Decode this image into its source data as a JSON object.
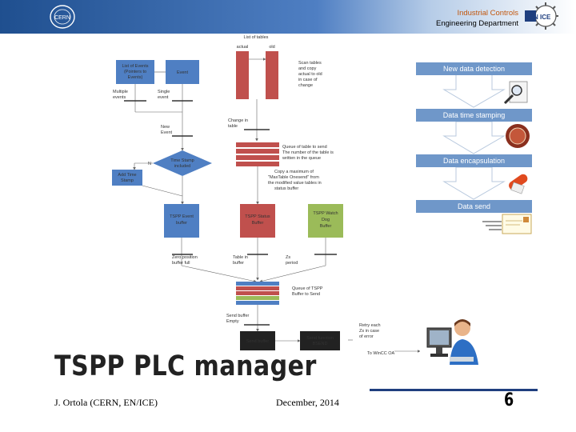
{
  "header": {
    "dept_line1": "Industrial Controls",
    "dept_line2": "Engineering Department",
    "logo_text": "CERN",
    "enice_text": "EN ICE"
  },
  "diagram": {
    "list_of_tables": "List of tables",
    "actual": "actual",
    "old": "old",
    "scan_tables": [
      "Scan tables",
      "and copy",
      "actual to old",
      "in case of",
      "change"
    ],
    "list_of_events": [
      "List of Events",
      "(Pointers to",
      "Events)"
    ],
    "event": "Event",
    "multiple_events": [
      "Multiple",
      "events"
    ],
    "single_event": [
      "Single",
      "event"
    ],
    "new_event": [
      "New",
      "Event"
    ],
    "change_in_table": [
      "Change in",
      "table"
    ],
    "queue_of_table": [
      "Queue of table to send",
      "The number of the table is",
      "written in the queue"
    ],
    "time_stamp": [
      "Time Stamp",
      "included"
    ],
    "n_label": "N",
    "add_time_stamp": [
      "Add Time",
      "Stamp"
    ],
    "copy_text": [
      "Copy a maximum of",
      "\"MaxTable Onesend\" from",
      "the modified value tables in",
      "status buffer"
    ],
    "tspp_event": [
      "TSPP Event",
      "buffer"
    ],
    "tspp_status": [
      "TSPP Status",
      "Buffer"
    ],
    "tspp_watch": [
      "TSPP Watch",
      "Dog",
      "Buffer"
    ],
    "zero_position": [
      "Zero position",
      "buffer full"
    ],
    "table_in_buffer": [
      "Table in",
      "buffer"
    ],
    "period": [
      "Zs",
      "period"
    ],
    "queue_of_tspp": [
      "Queue of TSPP",
      "Buffer to Send"
    ],
    "send_buffer_empty": [
      "Send buffer",
      "Empty"
    ],
    "send_buffer": "Send buffer",
    "send_function": [
      "Send function",
      "BSEND"
    ],
    "retry": [
      "Retry each",
      "Zs in case",
      "of error"
    ],
    "to_wincc": "To WinCC OA"
  },
  "pipeline": {
    "steps": [
      "New data detection",
      "Data time stamping",
      "Data encapsulation",
      "Data send"
    ]
  },
  "slide": {
    "title": "TSPP PLC manager",
    "author": "J. Ortola (CERN, EN/ICE)",
    "date": "December, 2014",
    "page": "6"
  },
  "colors": {
    "header_blue": "#1f4f8f",
    "step_blue": "#6f97c9",
    "event_blue": "#4f7fc3",
    "status_red": "#c0504d",
    "watchdog_green": "#9bbb59",
    "title_dark": "#222222"
  }
}
